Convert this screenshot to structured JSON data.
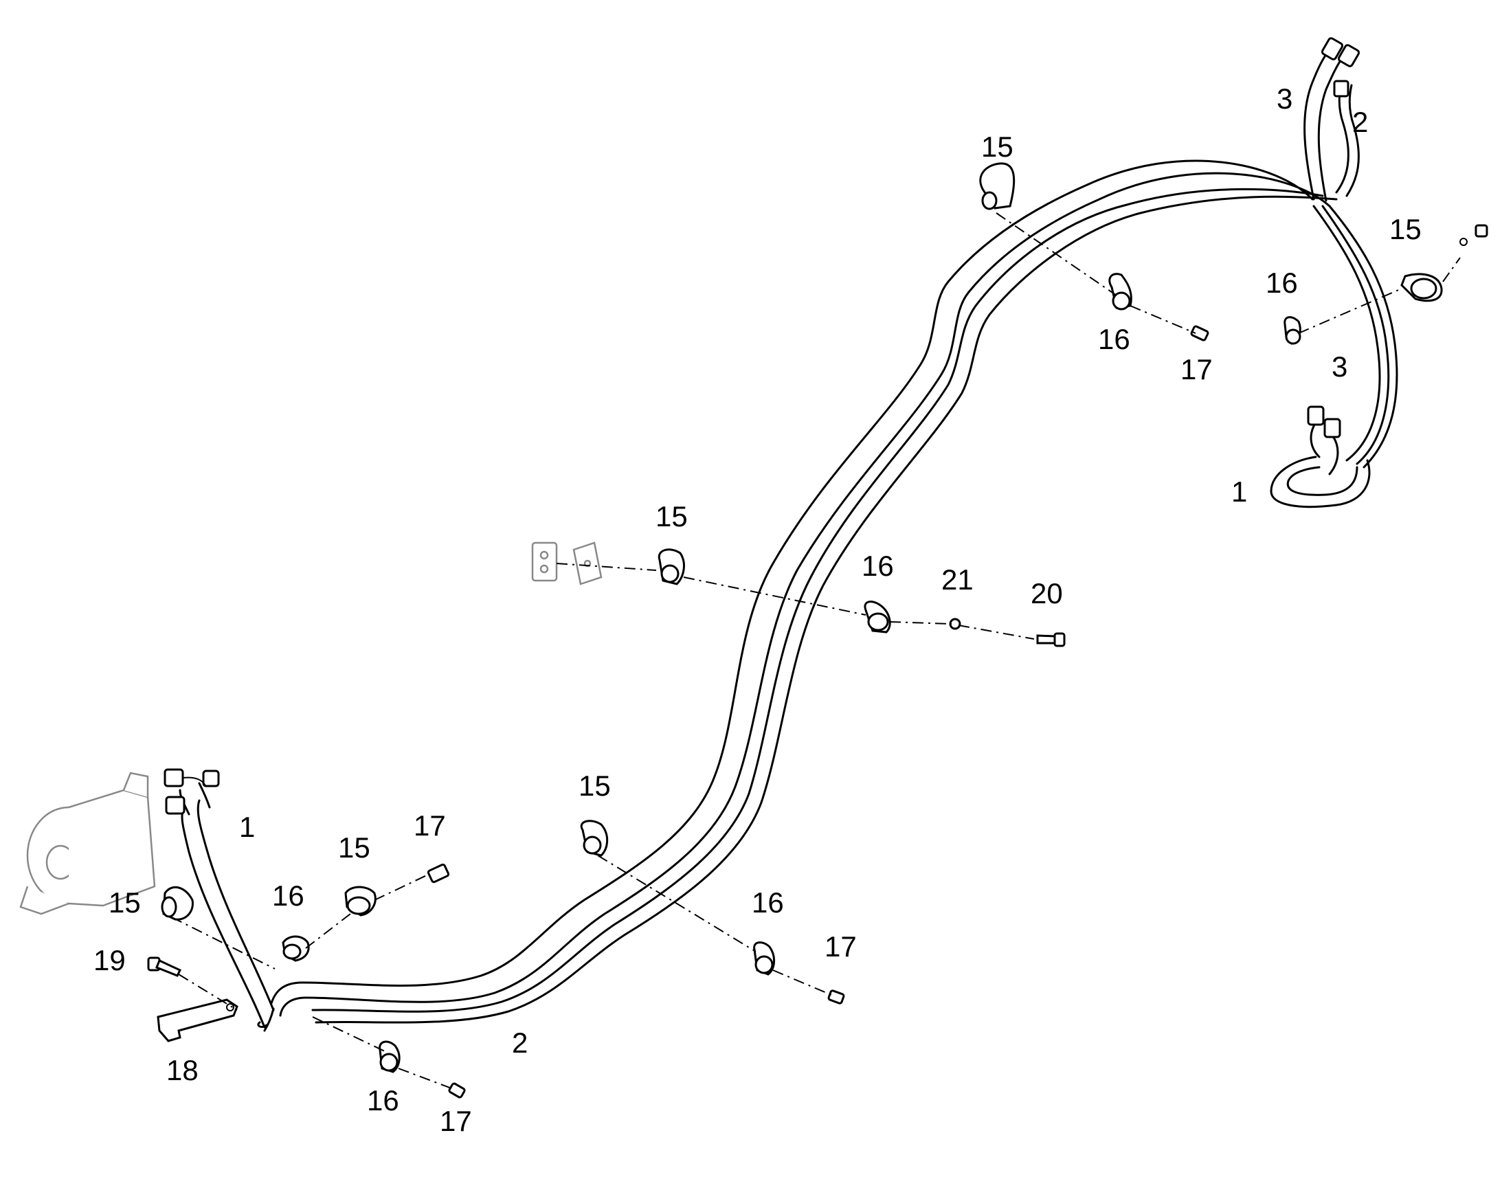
{
  "callouts": [
    {
      "id": "c-15-a",
      "text": "15"
    },
    {
      "id": "c-3-a",
      "text": "3"
    },
    {
      "id": "c-2-a",
      "text": "2"
    },
    {
      "id": "c-15-b",
      "text": "15"
    },
    {
      "id": "c-16-a",
      "text": "16"
    },
    {
      "id": "c-16-b",
      "text": "16"
    },
    {
      "id": "c-17-a",
      "text": "17"
    },
    {
      "id": "c-3-b",
      "text": "3"
    },
    {
      "id": "c-1-a",
      "text": "1"
    },
    {
      "id": "c-15-c",
      "text": "15"
    },
    {
      "id": "c-16-c",
      "text": "16"
    },
    {
      "id": "c-21",
      "text": "21"
    },
    {
      "id": "c-20",
      "text": "20"
    },
    {
      "id": "c-15-d",
      "text": "15"
    },
    {
      "id": "c-1-b",
      "text": "1"
    },
    {
      "id": "c-17-b",
      "text": "17"
    },
    {
      "id": "c-15-e",
      "text": "15"
    },
    {
      "id": "c-16-d",
      "text": "16"
    },
    {
      "id": "c-15-f",
      "text": "15"
    },
    {
      "id": "c-16-e",
      "text": "16"
    },
    {
      "id": "c-17-c",
      "text": "17"
    },
    {
      "id": "c-19",
      "text": "19"
    },
    {
      "id": "c-2-b",
      "text": "2"
    },
    {
      "id": "c-18",
      "text": "18"
    },
    {
      "id": "c-16-f",
      "text": "16"
    },
    {
      "id": "c-17-d",
      "text": "17"
    }
  ]
}
